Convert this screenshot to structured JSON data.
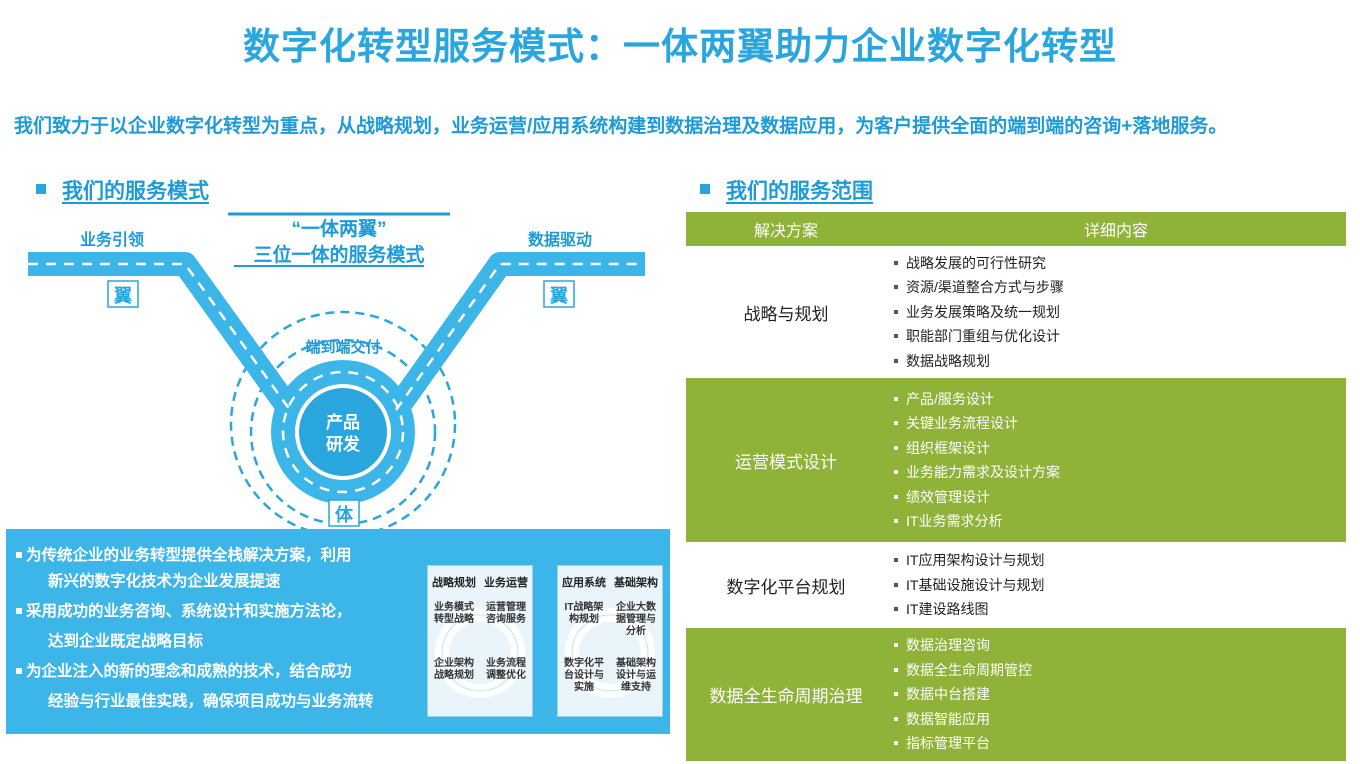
{
  "title": "数字化转型服务模式：一体两翼助力企业数字化转型",
  "intro": "我们致力于以企业数字化转型为重点，从战略规划，业务运营/应用系统构建到数据治理及数据应用，为客户提供全面的端到端的咨询+落地服务。",
  "left_section": {
    "heading": "我们的服务模式",
    "slogan_line1": "“一体两翼”",
    "slogan_line2": "三位一体的服务模式",
    "left_wing": "业务引领",
    "right_wing": "数据驱动",
    "wing_char": "翼",
    "body_char": "体",
    "ring_label": "端到端交付",
    "core_line1": "产品",
    "core_line2": "研发",
    "bullets": [
      "为传统企业的业务转型提供全栈解决方案，利用",
      "新兴的数字化技术为企业发展提速",
      "采用成功的业务咨询、系统设计和实施方法论，",
      "达到企业既定战略目标",
      "为企业注入的新的理念和成熟的技术，结合成功",
      "经验与行业最佳实践，确保项目成功与业务流转"
    ],
    "card1": {
      "head_left": "战略规划",
      "head_right": "业务运营",
      "tl": "业务模式转型战略",
      "tr": "运营管理咨询服务",
      "bl": "企业架构战略规划",
      "br": "业务流程调整优化"
    },
    "card2": {
      "head_left": "应用系统",
      "head_right": "基础架构",
      "tl": "IT战略架构规划",
      "tr": "企业大数据管理与分析",
      "bl": "数字化平台设计与实施",
      "br": "基础架构设计与运维支持"
    }
  },
  "right_section": {
    "heading": "我们的服务范围",
    "col_solution": "解决方案",
    "col_detail": "详细内容",
    "rows": [
      {
        "solution": "战略与规划",
        "items": [
          "战略发展的可行性研究",
          "资源/渠道整合方式与步骤",
          "业务发展策略及统一规划",
          "职能部门重组与优化设计",
          "数据战略规划"
        ]
      },
      {
        "solution": "运营模式设计",
        "items": [
          "产品/服务设计",
          "关键业务流程设计",
          "组织框架设计",
          "业务能力需求及设计方案",
          "绩效管理设计",
          "IT业务需求分析"
        ]
      },
      {
        "solution": "数字化平台规划",
        "items": [
          "IT应用架构设计与规划",
          "IT基础设施设计与规划",
          "IT建设路线图"
        ]
      },
      {
        "solution": "数据全生命周期治理",
        "items": [
          "数据治理咨询",
          "数据全生命周期管控",
          "数据中台搭建",
          "数据智能应用",
          "指标管理平台"
        ]
      }
    ]
  },
  "colors": {
    "accent": "#2aa6df",
    "green": "#8fb339",
    "box_blue": "#3cb6e8"
  }
}
